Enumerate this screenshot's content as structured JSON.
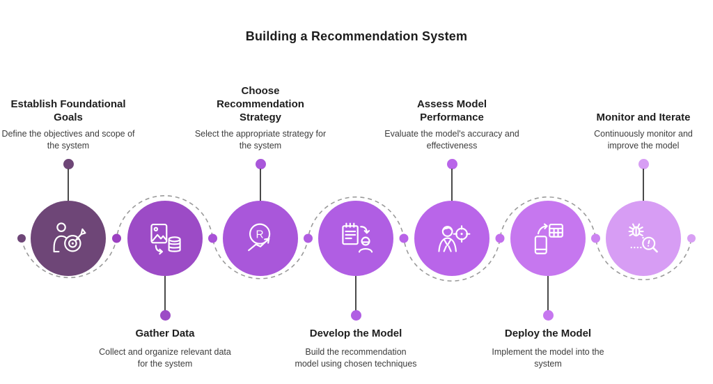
{
  "title": "Building a Recommendation System",
  "steps": [
    {
      "title": "Establish Foundational Goals",
      "description": "Define the objectives and scope of the system",
      "position": "top",
      "color": "#6E4677",
      "icon": "goal-target-icon"
    },
    {
      "title": "Gather Data",
      "description": "Collect and organize relevant data for the system",
      "position": "bottom",
      "color": "#9C4BC6",
      "icon": "data-collection-icon"
    },
    {
      "title": "Choose Recommendation Strategy",
      "description": "Select the appropriate strategy for the system",
      "position": "top",
      "color": "#A957DA",
      "icon": "strategy-trend-icon"
    },
    {
      "title": "Develop the Model",
      "description": "Build the recommendation model using chosen techniques",
      "position": "bottom",
      "color": "#B05EE3",
      "icon": "model-notes-icon"
    },
    {
      "title": "Assess Model Performance",
      "description": "Evaluate the model's accuracy and effectiveness",
      "position": "top",
      "color": "#B965E9",
      "icon": "performance-target-icon"
    },
    {
      "title": "Deploy the Model",
      "description": "Implement the model into the system",
      "position": "bottom",
      "color": "#C677EF",
      "icon": "deploy-devices-icon"
    },
    {
      "title": "Monitor and Iterate",
      "description": "Continuously monitor and improve the model",
      "position": "top",
      "color": "#D79DF4",
      "icon": "bug-monitor-icon"
    }
  ],
  "connector": {
    "line_color": "#9A9A9A",
    "stem_color": "#4A4A4A",
    "dots": [
      {
        "color": "#6E4677"
      },
      {
        "color": "#9B40C1"
      },
      {
        "color": "#A851D7"
      },
      {
        "color": "#B05CE1"
      },
      {
        "color": "#B863E8"
      },
      {
        "color": "#C26FEC"
      },
      {
        "color": "#CC84F1"
      },
      {
        "color": "#D89FF4"
      }
    ]
  }
}
